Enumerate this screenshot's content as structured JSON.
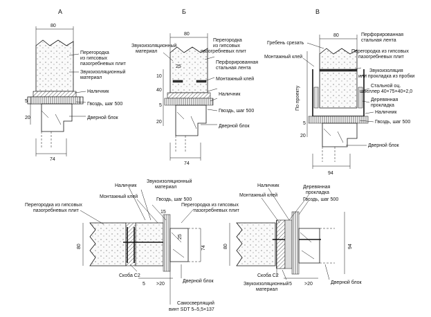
{
  "section_titles": {
    "a": "А",
    "b": "Б",
    "v": "В"
  },
  "detail_a": {
    "dim_top": "80",
    "dim_bottom": "74",
    "dim_5": "5",
    "dim_20": "20",
    "label_partition": [
      "Перегородка",
      "из гипсовых",
      "пазогребневых плит"
    ],
    "label_sound": [
      "Звукоизоляционный",
      "материал"
    ],
    "label_casing": "Наличник",
    "label_nail": "Гвоздь, шаг 500",
    "label_door": "Дверной блок"
  },
  "detail_b": {
    "dim_top": "80",
    "dim_bottom": "74",
    "dim_10": "10",
    "dim_25": "25",
    "dim_40": "40",
    "dim_5": "5",
    "dim_20": "20",
    "label_sound": [
      "Звукоизоляционный",
      "материал"
    ],
    "label_partition": [
      "Перегородка",
      "из гипсовых",
      "пазогребневых плит"
    ],
    "label_tape": [
      "Перфорированная",
      "стальная лента"
    ],
    "label_glue": "Монтажный клей",
    "label_casing": "Наличник",
    "label_nail": "Гвоздь, шаг 500",
    "label_door": "Дверной блок"
  },
  "detail_v": {
    "dim_top": "80",
    "dim_bottom": "94",
    "dim_5": "5",
    "dim_20": "20",
    "label_project": "По проекту",
    "label_ridge": "Гребень срезать",
    "label_tape": [
      "Перфорированная",
      "стальная лента"
    ],
    "label_partition": [
      "Перегородка из гипсовых",
      "пазогребневых плит"
    ],
    "label_glue": "Монтажный клей",
    "label_sound": [
      "Звукоизоляция",
      "или прокладка из пробки"
    ],
    "label_channel": [
      "Стальной оц.",
      "швеллер 40×75×40×2,0"
    ],
    "label_wood": [
      "Деревянная",
      "прокладка"
    ],
    "label_casing": "Наличник",
    "label_nail": "Гвоздь, шаг 500",
    "label_door": "Дверной блок"
  },
  "detail_g": {
    "dim_80": "80",
    "dim_74": "74",
    "dim_25": "25",
    "dim_15": "15",
    "dim_5": "5",
    "dim_20": ">20",
    "label_casing": "Наличник",
    "label_sound": [
      "Звукоизоляционный",
      "материал"
    ],
    "label_glue": "Монтажный клей",
    "label_nail": "Гвоздь, шаг 500",
    "label_partition_left": [
      "Перегородка из гипсовых",
      "пазогребневых плит"
    ],
    "label_partition_right": [
      "Перегородка из гипсовых",
      "пазогребневых плит"
    ],
    "label_bracket": "Скоба С2",
    "label_door": "Дверной блок",
    "label_screw": [
      "Самосверлящий",
      "винт SDT 5–5,5×137"
    ]
  },
  "detail_d": {
    "dim_80": "80",
    "dim_94": "94",
    "dim_5": "5",
    "dim_20": ">20",
    "label_casing": "Наличник",
    "label_glue": "Монтажный клей",
    "label_wood": [
      "Деревянная",
      "прокладка"
    ],
    "label_nail": "Гвоздь, шаг 500",
    "label_bracket": "Скоба С2",
    "label_sound": [
      "Звукоизоляционный",
      "материал"
    ],
    "label_door": "Дверной блок"
  }
}
